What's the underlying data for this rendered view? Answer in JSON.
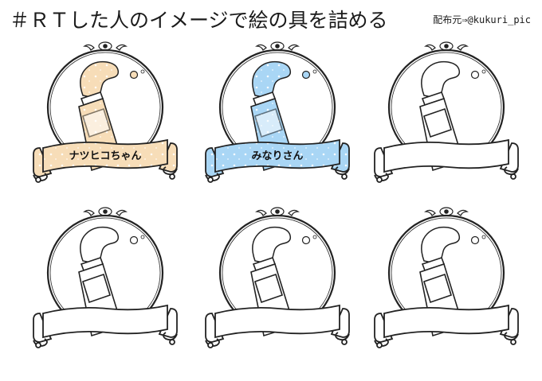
{
  "header": {
    "title": "＃ＲＴした人のイメージで絵の具を詰める",
    "credit": "配布元⇒@kukuri_pic"
  },
  "cards": [
    {
      "label": "ナツヒコちゃん",
      "fill": "#f7ddb8",
      "sparkle": true
    },
    {
      "label": "みなりさん",
      "fill": "#a9d6f5",
      "sparkle": true
    },
    {
      "label": "",
      "fill": "#ffffff",
      "sparkle": false
    },
    {
      "label": "",
      "fill": "#ffffff",
      "sparkle": false
    },
    {
      "label": "",
      "fill": "#ffffff",
      "sparkle": false
    },
    {
      "label": "",
      "fill": "#ffffff",
      "sparkle": false
    }
  ]
}
